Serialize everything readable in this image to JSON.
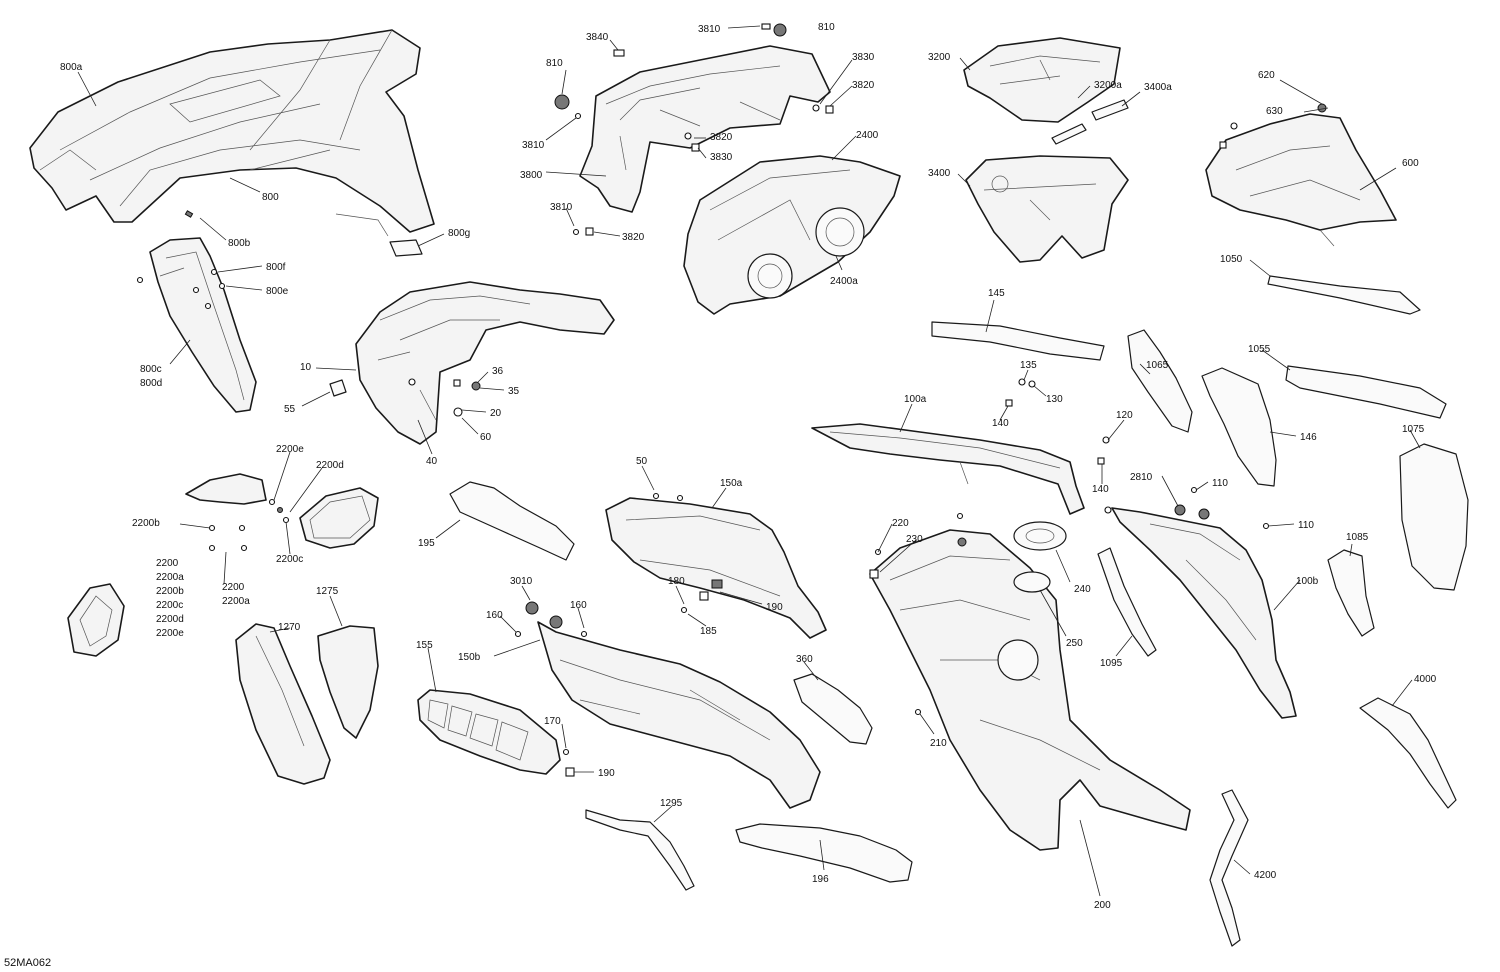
{
  "diagram_ref": "52MA062",
  "labels": {
    "l800a": "800a",
    "l800": "800",
    "l800b": "800b",
    "l800g": "800g",
    "l800f": "800f",
    "l800e": "800e",
    "l800c": "800c",
    "l800d": "800d",
    "l3840": "3840",
    "l3810a": "3810",
    "l810a": "810",
    "l810b": "810",
    "l3810b": "3810",
    "l3800": "3800",
    "l3810c": "3810",
    "l3830a": "3830",
    "l3820a": "3820",
    "l3820b": "3820",
    "l3830b": "3830",
    "l3820c": "3820",
    "l2400": "2400",
    "l2400a": "2400a",
    "l3200": "3200",
    "l3200a": "3200a",
    "l3400a": "3400a",
    "l3400": "3400",
    "l620": "620",
    "l630": "630",
    "l600": "600",
    "l1050": "1050",
    "l10": "10",
    "l36": "36",
    "l35": "35",
    "l20": "20",
    "l60": "60",
    "l55": "55",
    "l40": "40",
    "l145": "145",
    "l135": "135",
    "l130": "130",
    "l140a": "140",
    "l140b": "140",
    "l1065": "1065",
    "l1055": "1055",
    "l146": "146",
    "l1075": "1075",
    "l100a": "100a",
    "l120": "120",
    "l2200e": "2200e",
    "l2200d": "2200d",
    "l2200b": "2200b",
    "l2200c": "2200c",
    "l2200x": "2200",
    "l2200ax": "2200a",
    "list2200": [
      "2200",
      "2200a",
      "2200b",
      "2200c",
      "2200d",
      "2200e"
    ],
    "l195": "195",
    "l50": "50",
    "l150a": "150a",
    "l180": "180",
    "l190a": "190",
    "l185": "185",
    "l3010": "3010",
    "l160a": "160",
    "l160b": "160",
    "l150b": "150b",
    "l155": "155",
    "l170": "170",
    "l190b": "190",
    "l1275": "1275",
    "l1270": "1270",
    "l360": "360",
    "l220": "220",
    "l230": "230",
    "l240": "240",
    "l250": "250",
    "l210": "210",
    "l200": "200",
    "l2810": "2810",
    "l110a": "110",
    "l110b": "110",
    "l100b": "100b",
    "l1085": "1085",
    "l1095": "1095",
    "l4000": "4000",
    "l4200": "4200",
    "l1295": "1295",
    "l196": "196"
  }
}
